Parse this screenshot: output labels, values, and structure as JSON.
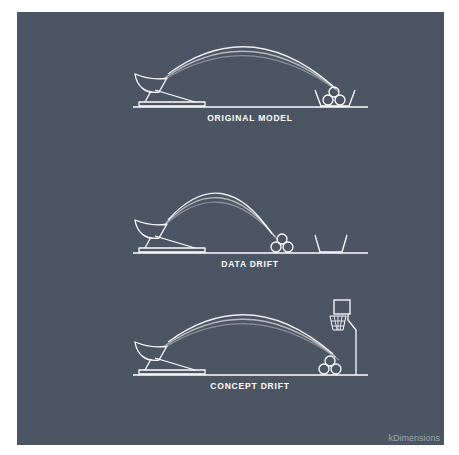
{
  "diagram": {
    "labels": [
      "ORIGINAL MODEL",
      "DATA DRIFT",
      "CONCEPT DRIFT",
      "kDimensions"
    ]
  }
}
